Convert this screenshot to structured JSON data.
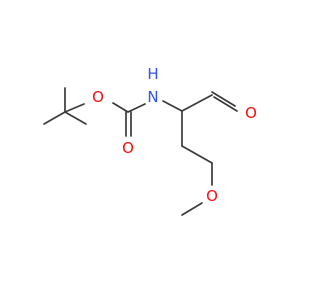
{
  "molecule": {
    "atoms": {
      "oxygen_ester": "O",
      "oxygen_carbonyl": "O",
      "nitrogen": "N",
      "hydrogen_on_nitrogen": "H",
      "oxygen_aldehyde": "O",
      "oxygen_ether": "O"
    },
    "colors": {
      "bond": "#3a3a3a",
      "oxygen": "#ff0d0d",
      "nitrogen": "#3050f8"
    }
  }
}
